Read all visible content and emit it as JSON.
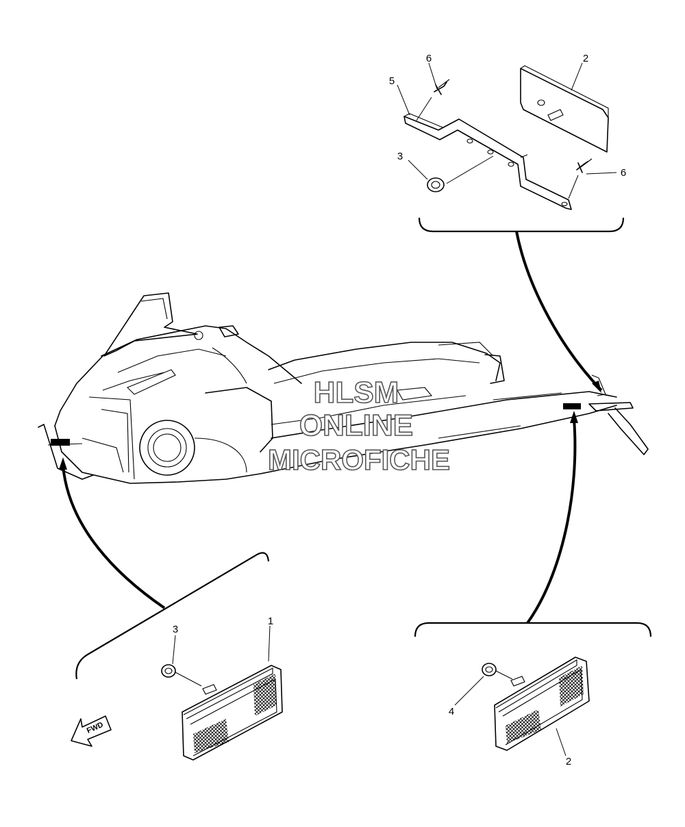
{
  "callouts": {
    "top_5": "5",
    "top_6a": "6",
    "top_2": "2",
    "top_3": "3",
    "top_6b": "6",
    "left_3": "3",
    "left_1": "1",
    "right_4": "4",
    "right_2": "2"
  },
  "watermark": {
    "line1": "HLSM",
    "line2": "ONLINE",
    "line3": "MICROFICHE"
  },
  "fwd_label": "FWD"
}
